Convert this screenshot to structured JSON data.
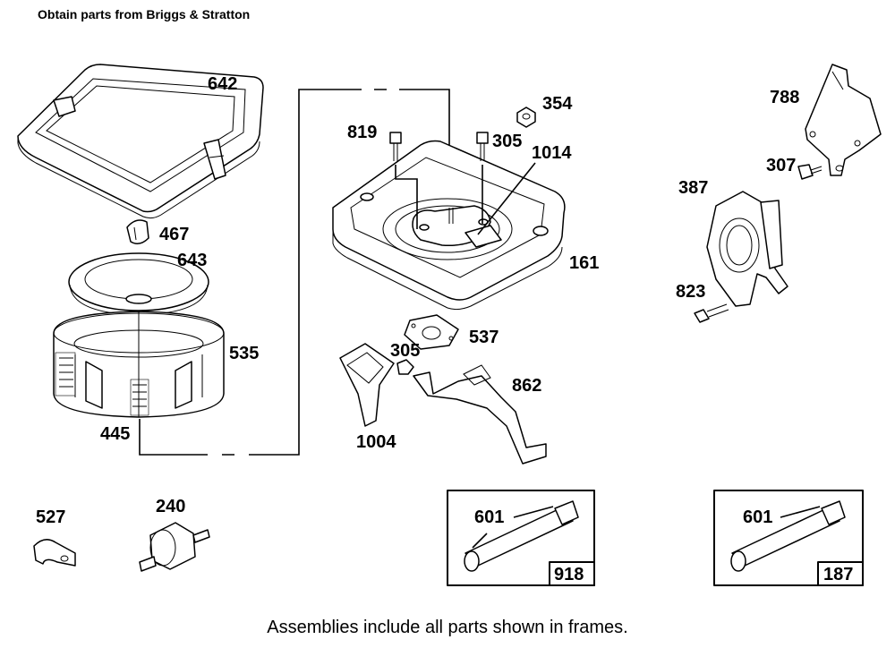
{
  "header": {
    "text": "Obtain parts from Briggs & Stratton"
  },
  "footer": {
    "text": "Assemblies include all parts shown in frames."
  },
  "callouts": {
    "p642": "642",
    "p467": "467",
    "p643": "643",
    "p535": "535",
    "p445": "445",
    "p819": "819",
    "p305a": "305",
    "p354": "354",
    "p1014": "1014",
    "p161": "161",
    "p537": "537",
    "p305b": "305",
    "p862": "862",
    "p1004": "1004",
    "p788": "788",
    "p307": "307",
    "p387": "387",
    "p823": "823",
    "p527": "527",
    "p240": "240",
    "p601a": "601",
    "p601b": "601"
  },
  "frames": {
    "left_assembly": "918",
    "right_assembly": "187"
  }
}
